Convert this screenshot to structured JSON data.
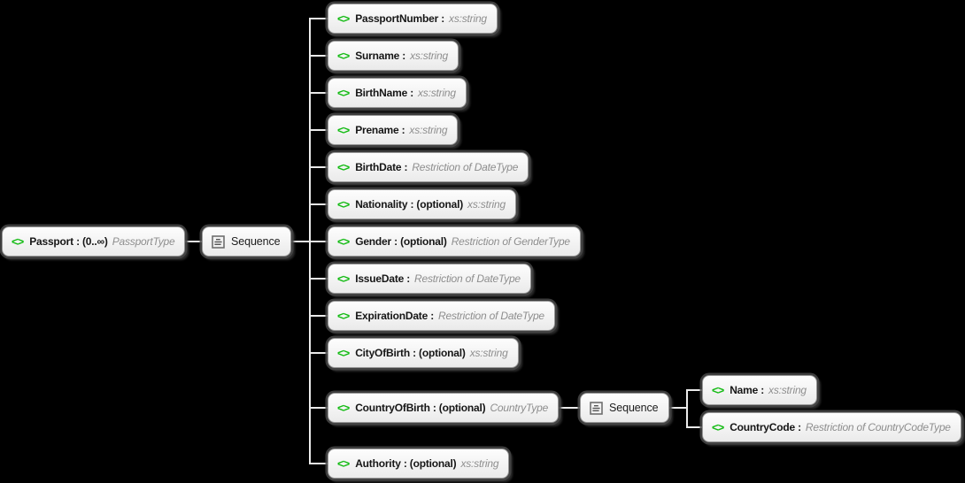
{
  "diagram": {
    "colors": {
      "background": "#000000",
      "connector": "#ebebeb",
      "box_border": "#979797",
      "element_icon_green": "#13bb13",
      "type_text_gray": "#8e8e8e"
    },
    "icons": {
      "element": "<>"
    },
    "root": {
      "label": "Passport : (0..∞)",
      "type": "PassportType"
    },
    "sequence": {
      "label": "Sequence"
    },
    "sequence2": {
      "label": "Sequence"
    },
    "children": [
      {
        "label": "PassportNumber :",
        "type": "xs:string"
      },
      {
        "label": "Surname :",
        "type": "xs:string"
      },
      {
        "label": "BirthName :",
        "type": "xs:string"
      },
      {
        "label": "Prename :",
        "type": "xs:string"
      },
      {
        "label": "BirthDate :",
        "type": "Restriction of DateType"
      },
      {
        "label": "Nationality : (optional)",
        "type": "xs:string"
      },
      {
        "label": "Gender : (optional)",
        "type": "Restriction of GenderType"
      },
      {
        "label": "IssueDate :",
        "type": "Restriction of DateType"
      },
      {
        "label": "ExpirationDate :",
        "type": "Restriction of DateType"
      },
      {
        "label": "CityOfBirth : (optional)",
        "type": "xs:string"
      },
      {
        "label": "CountryOfBirth : (optional)",
        "type": "CountryType"
      },
      {
        "label": "Authority : (optional)",
        "type": "xs:string"
      }
    ],
    "country_children": [
      {
        "label": "Name :",
        "type": "xs:string"
      },
      {
        "label": "CountryCode :",
        "type": "Restriction of CountryCodeType"
      }
    ]
  }
}
